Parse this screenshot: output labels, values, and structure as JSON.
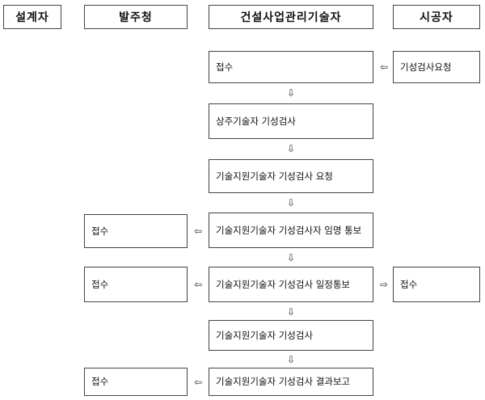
{
  "headers": {
    "designer": "설계자",
    "client": "발주청",
    "supervisor": "건설사업관리기술자",
    "contractor": "시공자"
  },
  "steps": {
    "receipt": "접수",
    "resident_inspection": "상주기술자 기성검사",
    "support_request": "기술지원기술자 기성검사 요청",
    "appoint_notice": "기술지원기술자 기성검사자 임명 통보",
    "schedule_notice": "기술지원기술자 기성검사 일정통보",
    "support_inspection": "기술지원기술자 기성검사",
    "result_report": "기술지원기술자 기성검사 결과보고"
  },
  "client_steps": {
    "receipt_1": "접수",
    "receipt_2": "접수",
    "receipt_3": "접수"
  },
  "contractor_steps": {
    "request": "기성검사요청",
    "receipt": "접수"
  },
  "arrows": {
    "down": "⇩",
    "left": "⇦",
    "right": "⇨"
  }
}
